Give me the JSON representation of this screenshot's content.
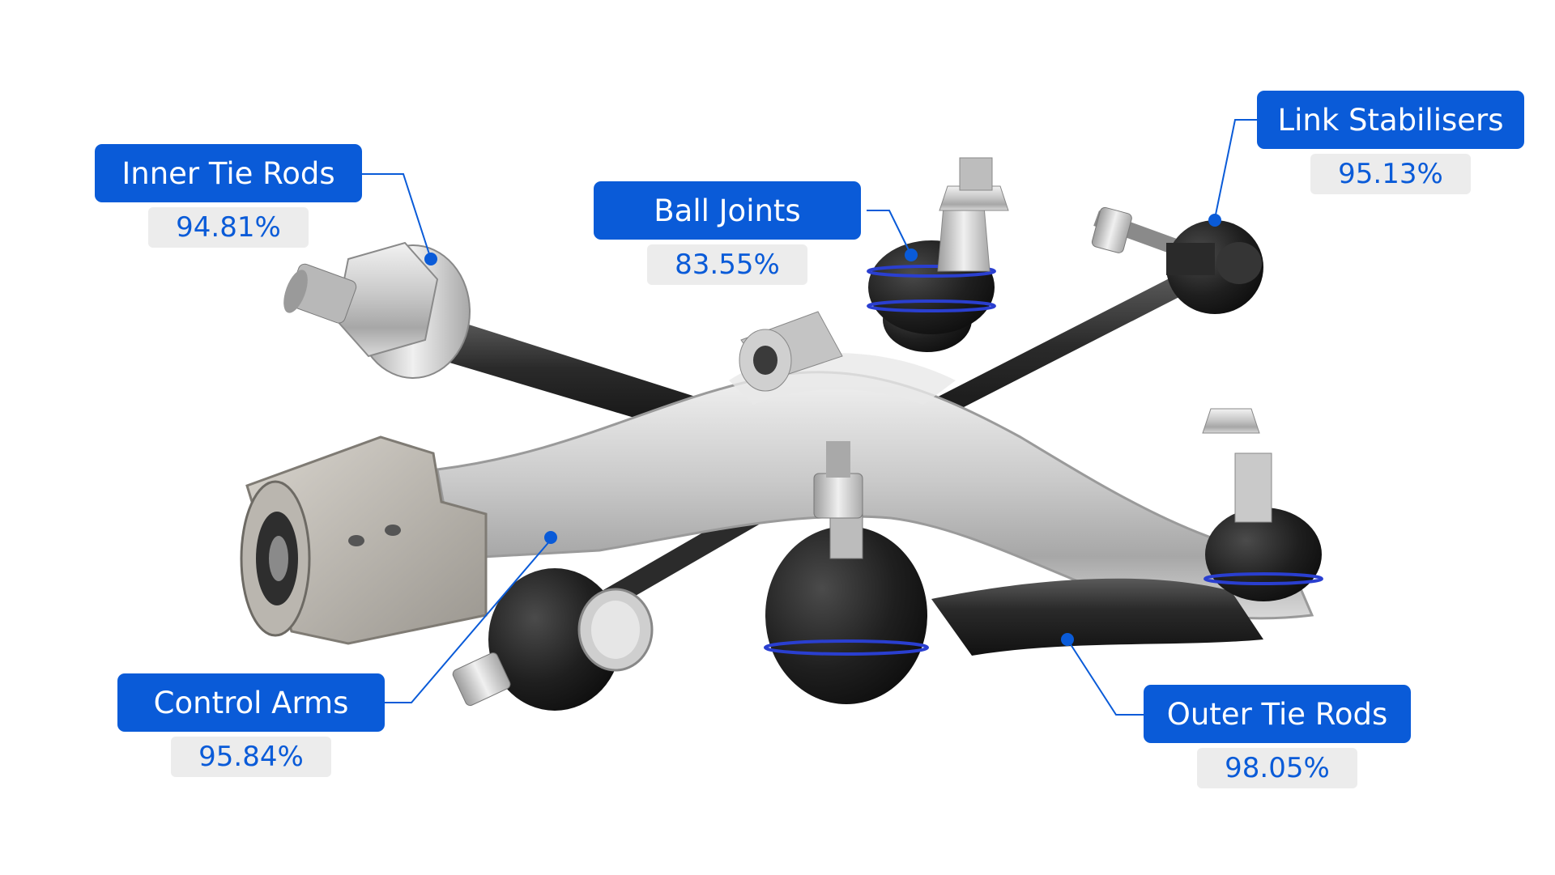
{
  "accent_color": "#0a5bd8",
  "chip_color": "#ececec",
  "labels": {
    "inner_tie_rods": {
      "name": "Inner Tie Rods",
      "percent": "94.81%"
    },
    "ball_joints": {
      "name": "Ball Joints",
      "percent": "83.55%"
    },
    "link_stabilisers": {
      "name": "Link Stabilisers",
      "percent": "95.13%"
    },
    "control_arms": {
      "name": "Control Arms",
      "percent": "95.84%"
    },
    "outer_tie_rods": {
      "name": "Outer Tie Rods",
      "percent": "98.05%"
    }
  }
}
